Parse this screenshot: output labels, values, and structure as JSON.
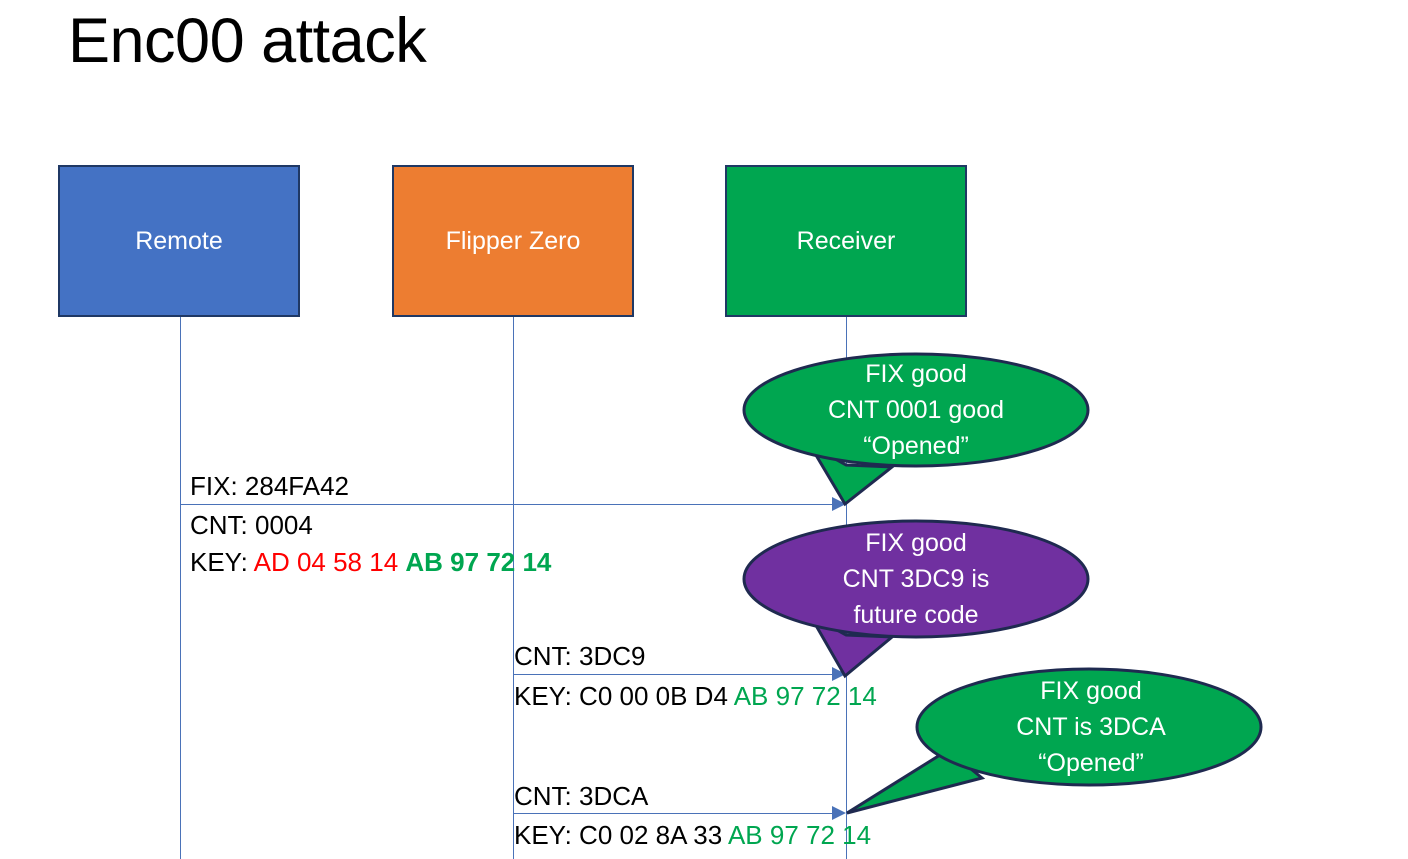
{
  "slide": {
    "title": "Enc00 attack",
    "background": "#ffffff"
  },
  "colors": {
    "remote": "#4472C4",
    "flipper": "#ED7D31",
    "receiver": "#00A650",
    "bubble_green": "#00A650",
    "bubble_purple": "#7030A0",
    "bubble_outline": "#1f2a50",
    "box_outline": "#1f3864",
    "lifeline": "#4A72B8",
    "key_old": "#FF0000",
    "key_shared": "#00A650"
  },
  "actors": [
    {
      "name": "remote",
      "label": "Remote",
      "color": "#4472C4"
    },
    {
      "name": "flipper-zero",
      "label": "Flipper Zero",
      "color": "#ED7D31"
    },
    {
      "name": "receiver",
      "label": "Receiver",
      "color": "#00A650"
    }
  ],
  "messages": [
    {
      "id": "msg-1",
      "from": "remote",
      "to": "receiver",
      "lines": [
        {
          "text": "FIX: 284FA42"
        }
      ]
    },
    {
      "id": "msg-1-detail",
      "lines": [
        {
          "text": "CNT: 0004"
        }
      ]
    },
    {
      "id": "msg-1-key",
      "label": "KEY: ",
      "key_old": "AD 04 58 14",
      "key_shared": "AB 97 72 14"
    },
    {
      "id": "msg-2",
      "from": "flipper-zero",
      "to": "receiver",
      "lines": [
        {
          "text": "CNT: 3DC9"
        }
      ]
    },
    {
      "id": "msg-2-key",
      "label": "KEY: C0 00 0B D4 ",
      "key_shared": "AB 97 72 14"
    },
    {
      "id": "msg-3",
      "from": "flipper-zero",
      "to": "receiver",
      "lines": [
        {
          "text": "CNT: 3DCA"
        }
      ]
    },
    {
      "id": "msg-3-key",
      "label": "KEY: C0 02 8A 33 ",
      "key_shared": "AB 97 72 14"
    }
  ],
  "callouts": [
    {
      "id": "callout-1",
      "color": "#00A650",
      "lines": [
        "FIX good",
        "CNT 0001 good",
        "“Opened”"
      ]
    },
    {
      "id": "callout-2",
      "color": "#7030A0",
      "lines": [
        "FIX good",
        "CNT 3DC9 is",
        "future code"
      ]
    },
    {
      "id": "callout-3",
      "color": "#00A650",
      "lines": [
        "FIX good",
        "CNT is 3DCA",
        "“Opened”"
      ]
    }
  ]
}
